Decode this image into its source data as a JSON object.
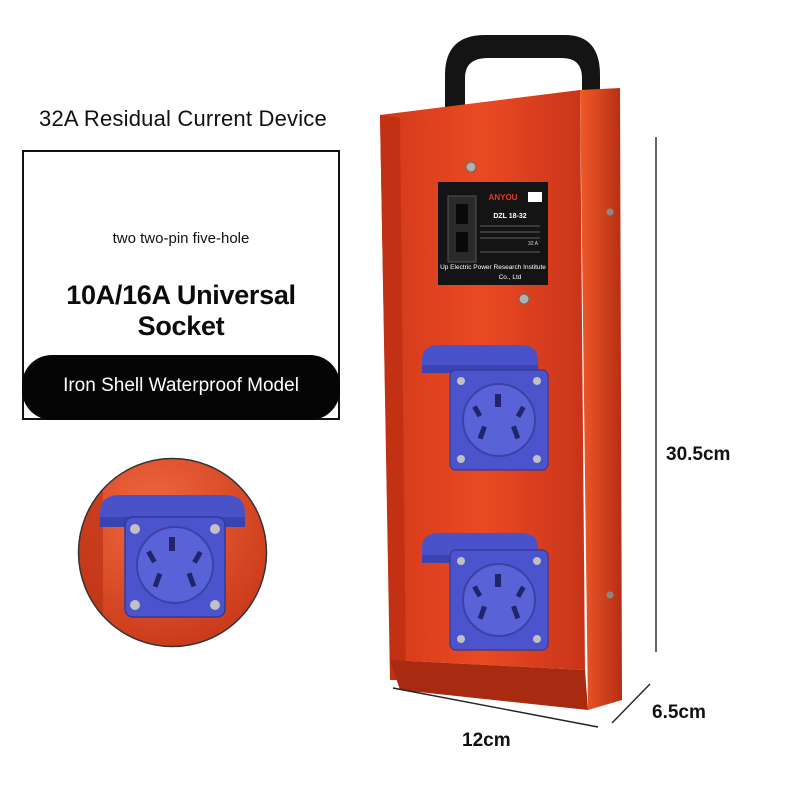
{
  "header": {
    "title": "32A Residual Current Device"
  },
  "info_box": {
    "line_small": "two two-pin five-hole",
    "line_large": "10A/16A Universal Socket",
    "pill_label": "Iron Shell Waterproof Model"
  },
  "dimensions": {
    "height": "30.5cm",
    "width": "12cm",
    "depth": "6.5cm"
  },
  "breaker": {
    "brand": "ANYOU",
    "model": "DZL 18-32",
    "rating": "32 A",
    "institute": "Up Electric Power Research Institute",
    "company": "Co., Ltd"
  },
  "colors": {
    "body_orange": "#e0401c",
    "socket_blue": "#4750c8",
    "handle_black": "#111111"
  },
  "icons": [
    "power-handle-icon",
    "socket-five-hole-icon",
    "circuit-breaker-icon",
    "dimension-line-icon"
  ]
}
